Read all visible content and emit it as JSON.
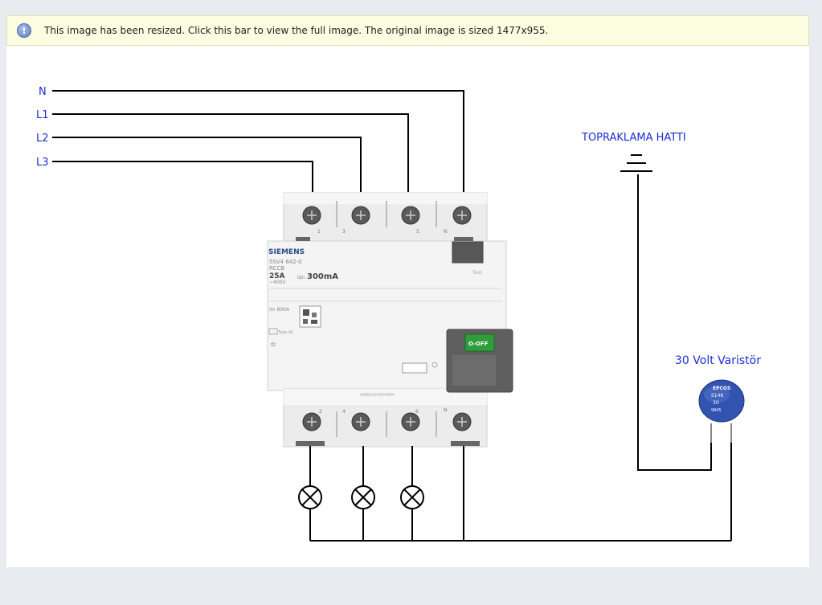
{
  "notice": {
    "text": "This image has been resized. Click this bar to view the full image. The original image is sized 1477x955.",
    "icon": "info-icon"
  },
  "diagram": {
    "line_labels": [
      "N",
      "L1",
      "L2",
      "L3"
    ],
    "ground_label": "TOPRAKLAMA HATTI",
    "varistor_label": "30 Volt Varistör",
    "device": {
      "brand": "SIEMENS",
      "model": "5SV4 642-0",
      "type": "RCCB",
      "current": "25A",
      "voltage": "~400V",
      "sensitivity_prefix": "IΔn",
      "sensitivity": "300mA",
      "test_label": "Test",
      "im_label": "Im 800A",
      "type_ac": "Type AC",
      "switch_label": "O-OFF",
      "serial": "QWBJ1043G0964",
      "top_terminals": [
        "1",
        "3",
        "5",
        "N"
      ],
      "bottom_terminals": [
        "2",
        "4",
        "6",
        "N"
      ]
    },
    "varistor": {
      "brand": "EPCOS",
      "line1": "S14K",
      "line2": "30",
      "line3": "9945"
    },
    "colors": {
      "wire": "#000000",
      "label": "#1a2ed8",
      "device_body": "#f2f2f2",
      "varistor": "#2f4fa8"
    }
  }
}
